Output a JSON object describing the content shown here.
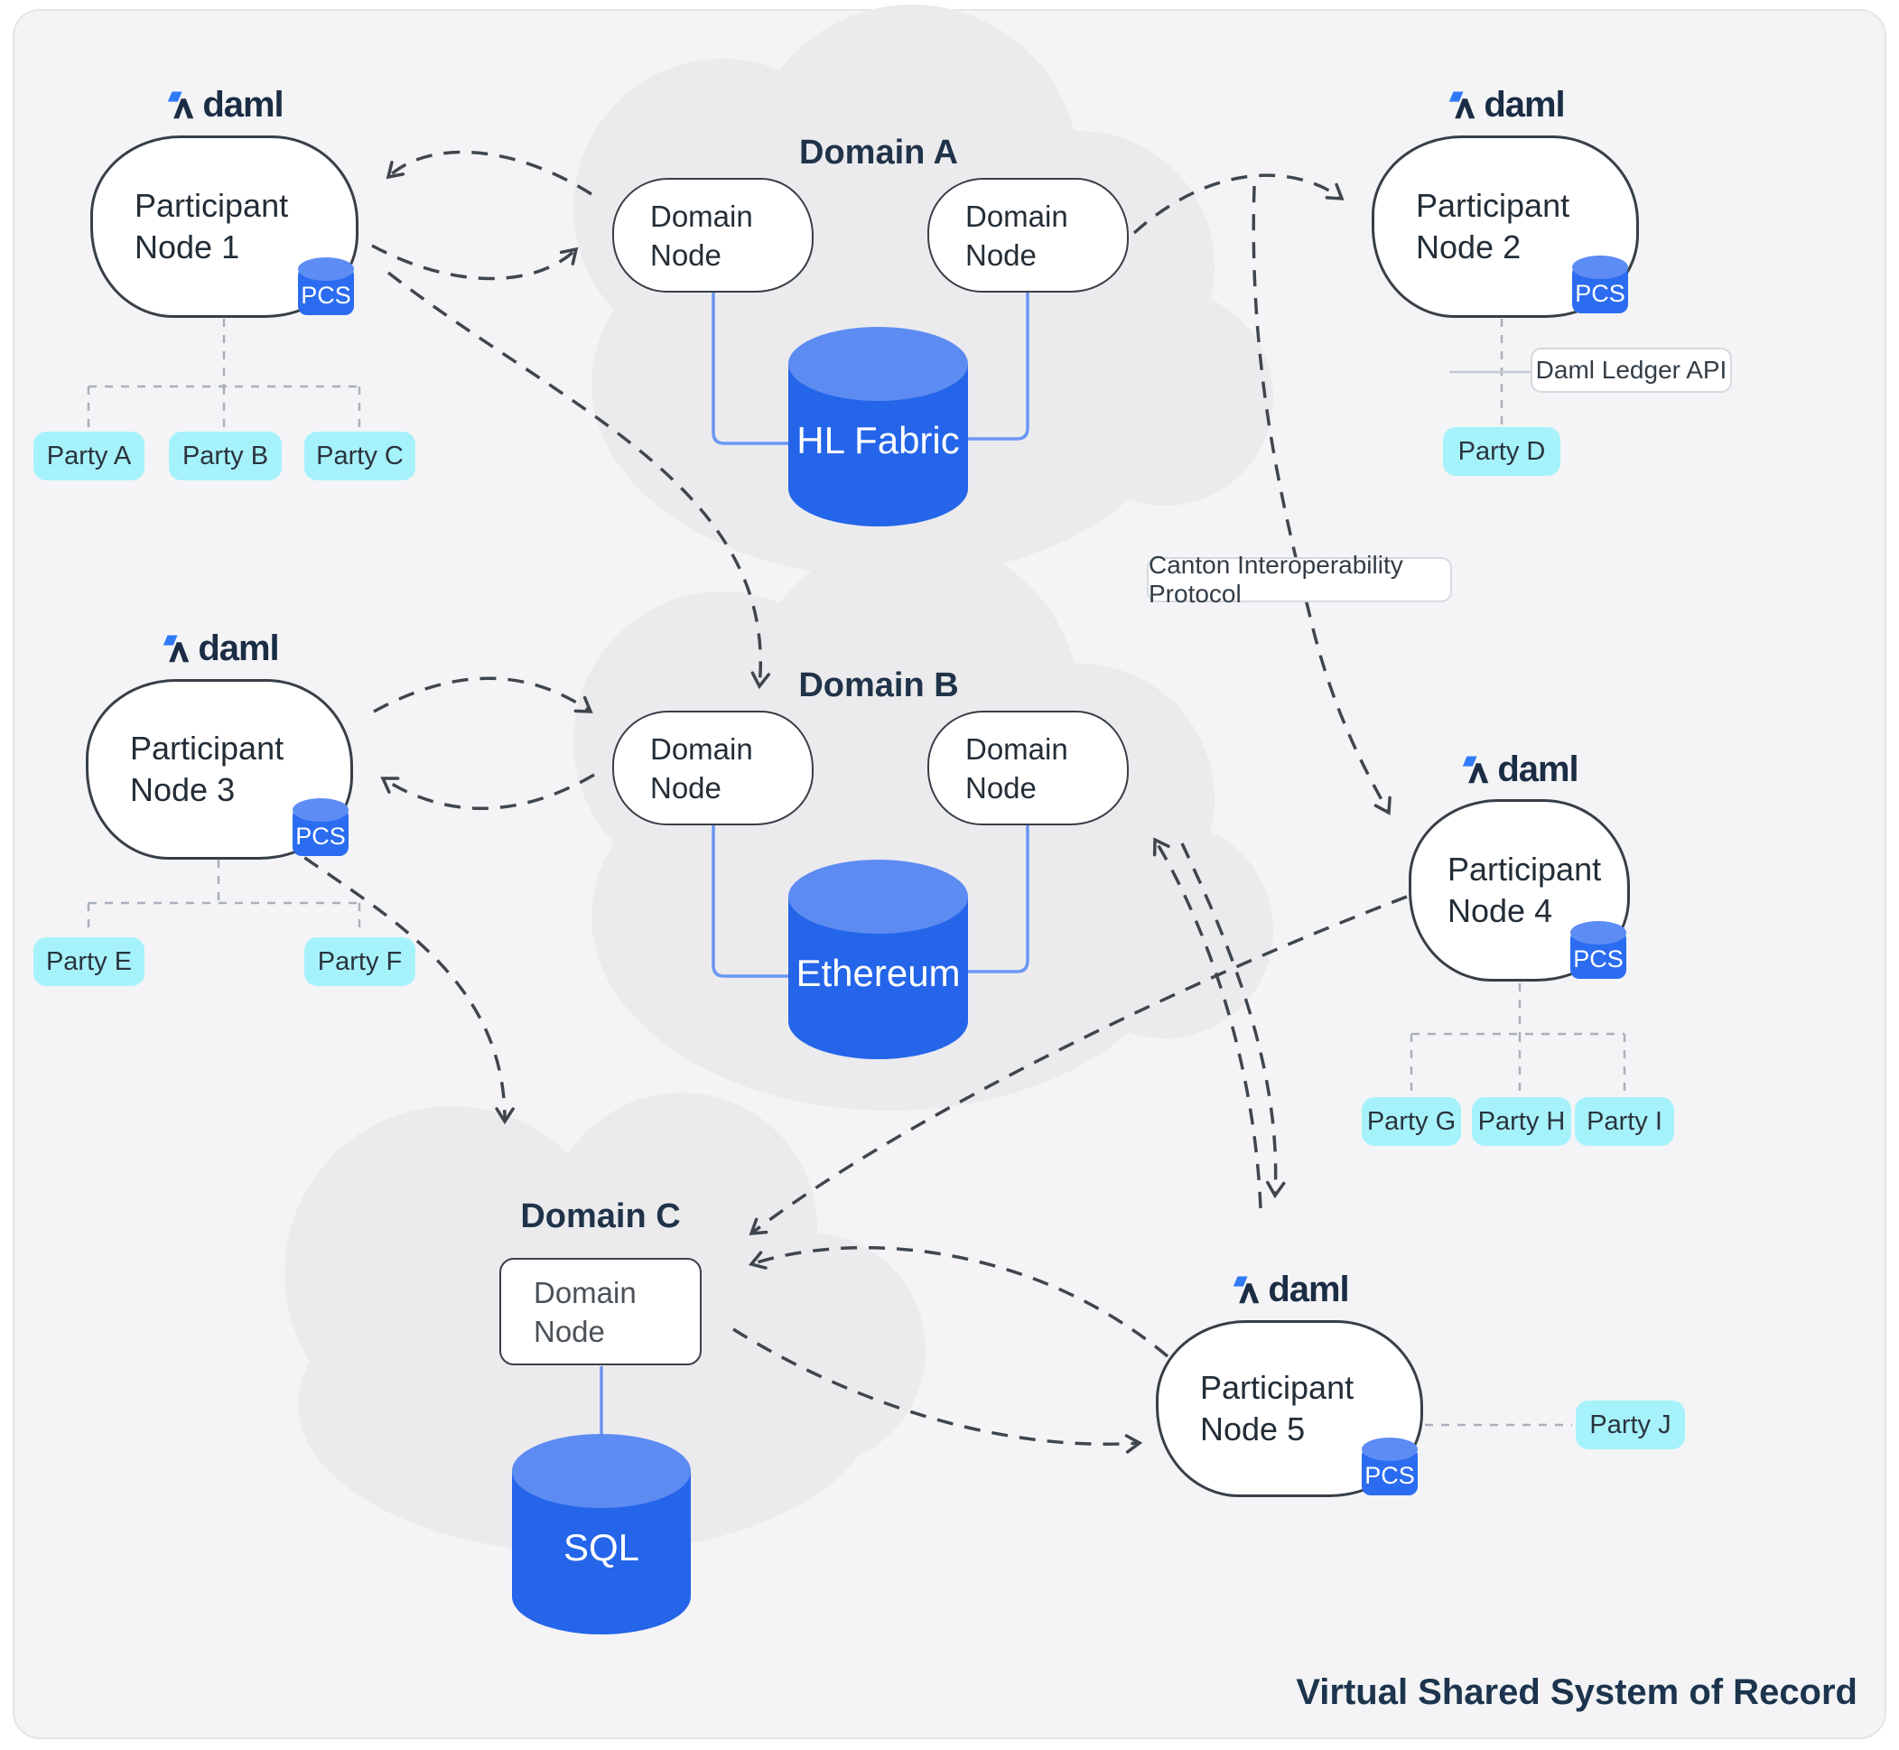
{
  "brand": {
    "name": "daml"
  },
  "footer": {
    "label": "Virtual Shared System of Record"
  },
  "annotations": {
    "canton": "Canton Interoperability Protocol",
    "ledger_api": "Daml Ledger API"
  },
  "participants": [
    {
      "line1": "Participant",
      "line2": "Node 1",
      "badge": "PCS"
    },
    {
      "line1": "Participant",
      "line2": "Node 2",
      "badge": "PCS"
    },
    {
      "line1": "Participant",
      "line2": "Node 3",
      "badge": "PCS"
    },
    {
      "line1": "Participant",
      "line2": "Node 4",
      "badge": "PCS"
    },
    {
      "line1": "Participant",
      "line2": "Node 5",
      "badge": "PCS"
    }
  ],
  "domains": [
    {
      "title": "Domain A",
      "node_line1": "Domain",
      "node_line2": "Node",
      "ledger": "HL Fabric"
    },
    {
      "title": "Domain B",
      "node_line1": "Domain",
      "node_line2": "Node",
      "ledger": "Ethereum"
    },
    {
      "title": "Domain C",
      "node_line1": "Domain",
      "node_line2": "Node",
      "ledger": "SQL"
    }
  ],
  "parties": [
    "Party A",
    "Party B",
    "Party C",
    "Party D",
    "Party E",
    "Party F",
    "Party G",
    "Party H",
    "Party I",
    "Party J"
  ],
  "colors": {
    "accent_blue": "#2465e9",
    "accent_blue_light": "#5c8bf2",
    "party_cyan": "#a6f2fb",
    "navy": "#1c344d",
    "cloud_gray": "#ebebee",
    "dash_gray": "#40464d"
  }
}
